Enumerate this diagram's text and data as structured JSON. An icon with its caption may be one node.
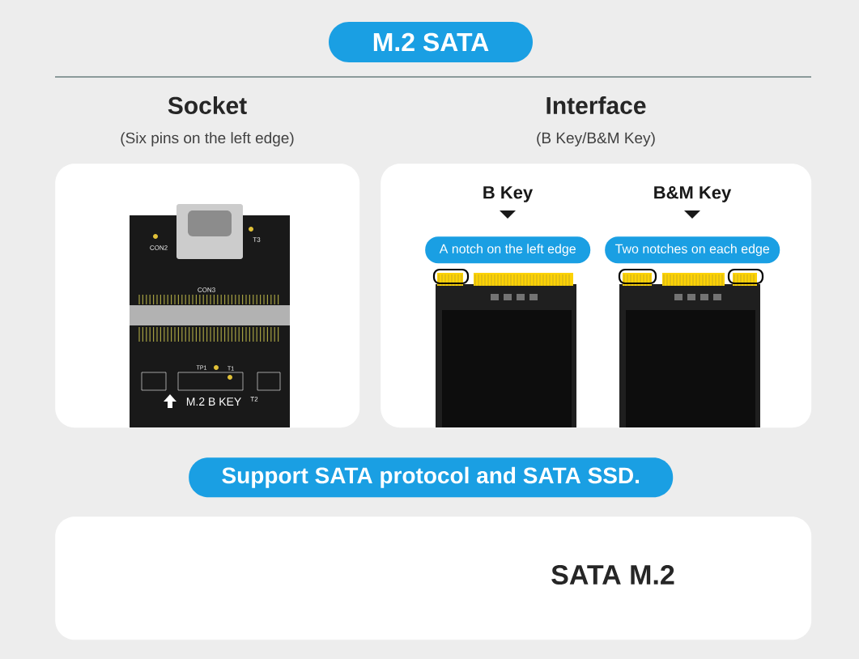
{
  "diagram": {
    "title": "M.2 SATA",
    "nodes": [
      {
        "text": [
          "Socket",
          "(Six pins on the left edge)"
        ]
      },
      {
        "text": [],
        "shape": "picture",
        "in": 0
      },
      {
        "text": [
          "Interface",
          "(B Key/B&M Key)"
        ]
      },
      {
        "text": [
          "B Key",
          "A notch on the left edge"
        ],
        "in": 2
      },
      {
        "text": [
          "B&M Key",
          "Two notches on each edge"
        ],
        "in": 2
      },
      {
        "text": [],
        "shape": "picture",
        "in": 2
      },
      {
        "text": [],
        "shape": "picture",
        "in": 2
      },
      {
        "text": [
          "Support SATA protocol and SATA SSD."
        ]
      },
      {
        "text": [
          "SATA M.2"
        ]
      }
    ],
    "labels": [
      "CON2",
      "T3",
      "CON3",
      "TP1",
      "T1",
      "M.2 B KEY",
      "T2"
    ]
  }
}
